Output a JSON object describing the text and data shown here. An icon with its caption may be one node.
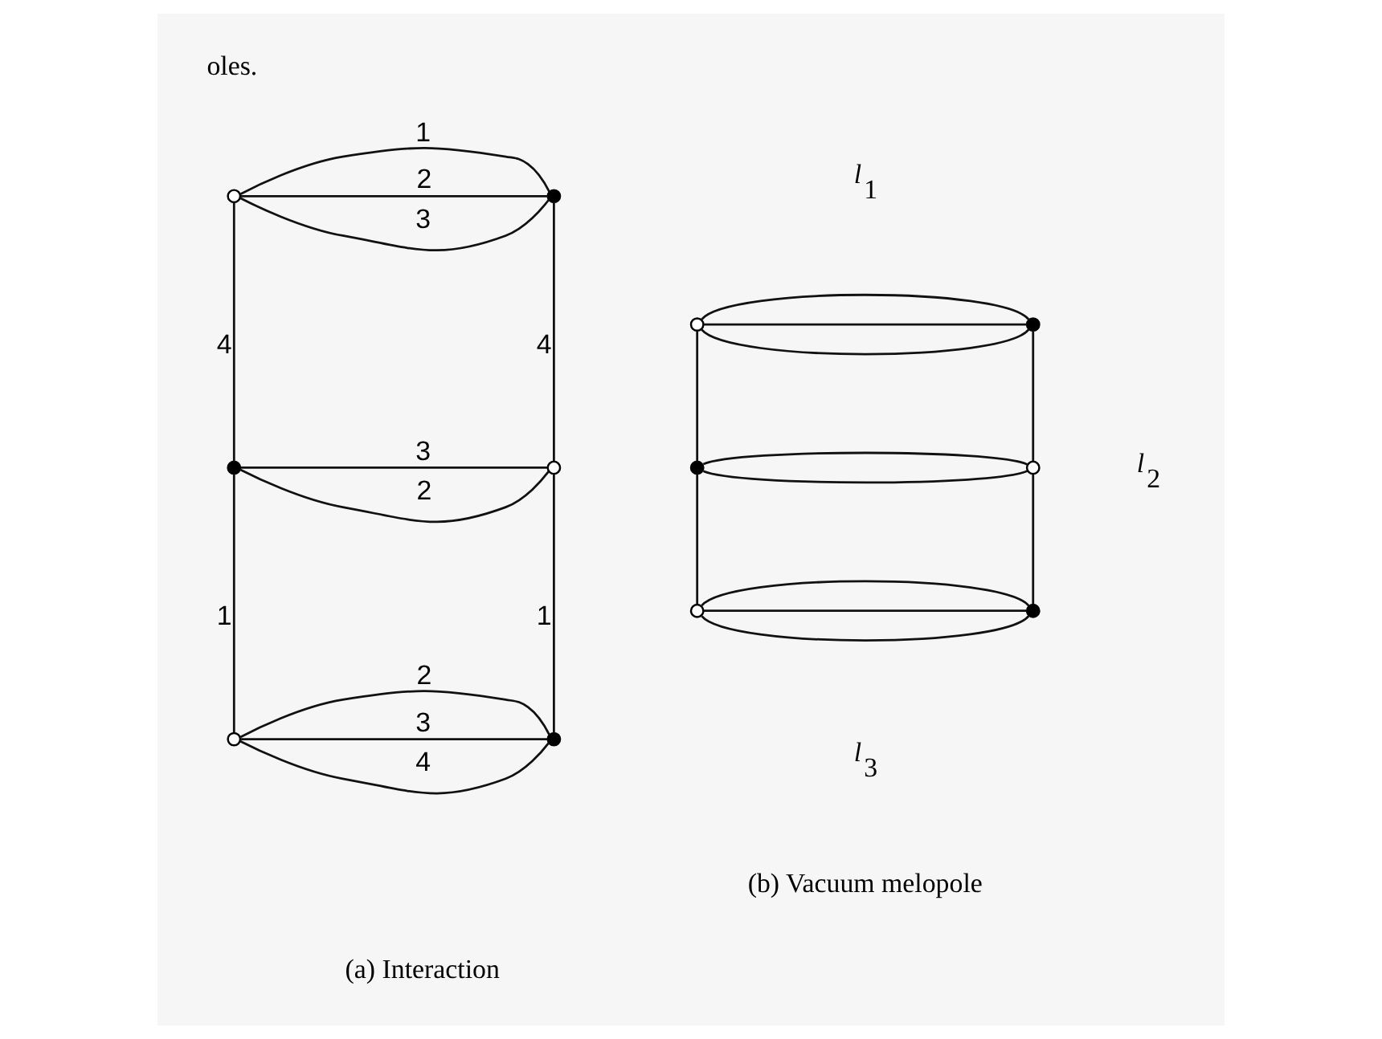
{
  "diagram": {
    "nodes": [
      {
        "text": [],
        "shape": "circle"
      },
      {
        "text": [],
        "shape": "circle"
      },
      {
        "text": [],
        "shape": "circle"
      },
      {
        "text": [],
        "shape": "circle"
      },
      {
        "text": [],
        "shape": "circle"
      },
      {
        "text": [],
        "shape": "circle"
      },
      {
        "text": [],
        "shape": "circle"
      },
      {
        "text": [],
        "shape": "circle"
      },
      {
        "text": [],
        "shape": "circle"
      },
      {
        "text": [],
        "shape": "circle"
      },
      {
        "text": [],
        "shape": "circle"
      },
      {
        "text": [],
        "shape": "circle"
      }
    ],
    "edges": [
      {
        "from": 0,
        "to": 1,
        "arrow": "none",
        "label": "1"
      },
      {
        "from": 0,
        "to": 1,
        "arrow": "none",
        "label": "2"
      },
      {
        "from": 0,
        "to": 1,
        "arrow": "none",
        "label": "3"
      },
      {
        "from": 0,
        "to": 2,
        "arrow": "none",
        "label": "4"
      },
      {
        "from": 1,
        "to": 3,
        "arrow": "none",
        "label": "4"
      },
      {
        "from": 2,
        "to": 3,
        "arrow": "none",
        "label": "3"
      },
      {
        "from": 2,
        "to": 3,
        "arrow": "none",
        "label": "2"
      },
      {
        "from": 2,
        "to": 4,
        "arrow": "none",
        "label": "1"
      },
      {
        "from": 3,
        "to": 5,
        "arrow": "none",
        "label": "1"
      },
      {
        "from": 4,
        "to": 5,
        "arrow": "none",
        "label": "2"
      },
      {
        "from": 4,
        "to": 5,
        "arrow": "none",
        "label": "3"
      },
      {
        "from": 4,
        "to": 5,
        "arrow": "none",
        "label": "4"
      },
      {
        "from": 6,
        "to": 7,
        "arrow": "none"
      },
      {
        "from": 6,
        "to": 7,
        "arrow": "none"
      },
      {
        "from": 6,
        "to": 7,
        "arrow": "none"
      },
      {
        "from": 6,
        "to": 8,
        "arrow": "none"
      },
      {
        "from": 7,
        "to": 9,
        "arrow": "none"
      },
      {
        "from": 8,
        "to": 9,
        "arrow": "none"
      },
      {
        "from": 8,
        "to": 9,
        "arrow": "none"
      },
      {
        "from": 8,
        "to": 10,
        "arrow": "none"
      },
      {
        "from": 9,
        "to": 11,
        "arrow": "none"
      },
      {
        "from": 10,
        "to": 11,
        "arrow": "none"
      },
      {
        "from": 10,
        "to": 11,
        "arrow": "none"
      },
      {
        "from": 10,
        "to": 11,
        "arrow": "none"
      }
    ],
    "labels": [
      "oles.",
      "l$_{1}$",
      "l$_{2}$",
      "l$_{3}$",
      "(a) Interaction",
      "(b) Vacuum melopole"
    ]
  }
}
